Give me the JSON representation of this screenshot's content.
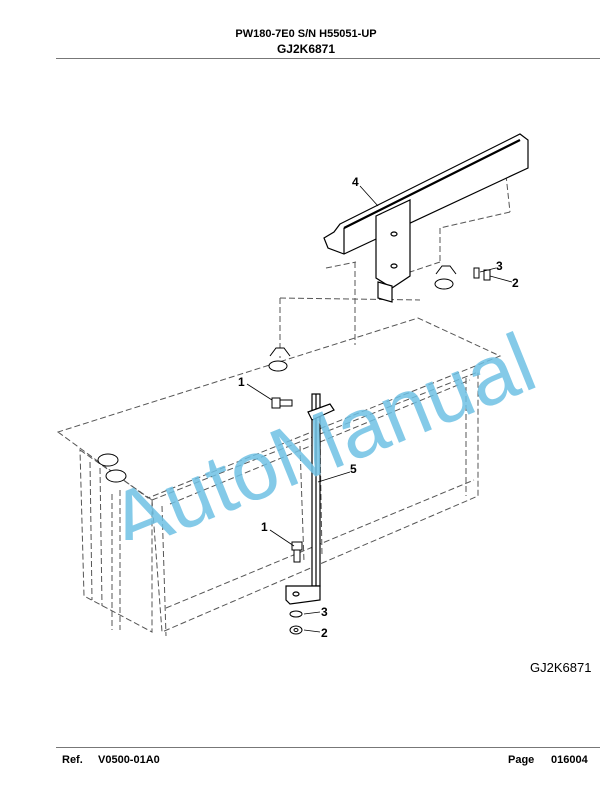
{
  "header": {
    "model_line": "PW180-7E0 S/N H55051-UP",
    "part_code": "GJ2K6871"
  },
  "figure": {
    "figure_code": "GJ2K6871",
    "callouts": [
      "4",
      "3",
      "2",
      "1",
      "5",
      "1",
      "3",
      "2"
    ],
    "watermark": "AutoManual"
  },
  "footer": {
    "ref_label": "Ref.",
    "ref_value": "V0500-01A0",
    "page_label": "Page",
    "page_value": "016004"
  },
  "colors": {
    "watermark": "#6ec1e4",
    "line": "#000000",
    "dashed": "#555555"
  }
}
